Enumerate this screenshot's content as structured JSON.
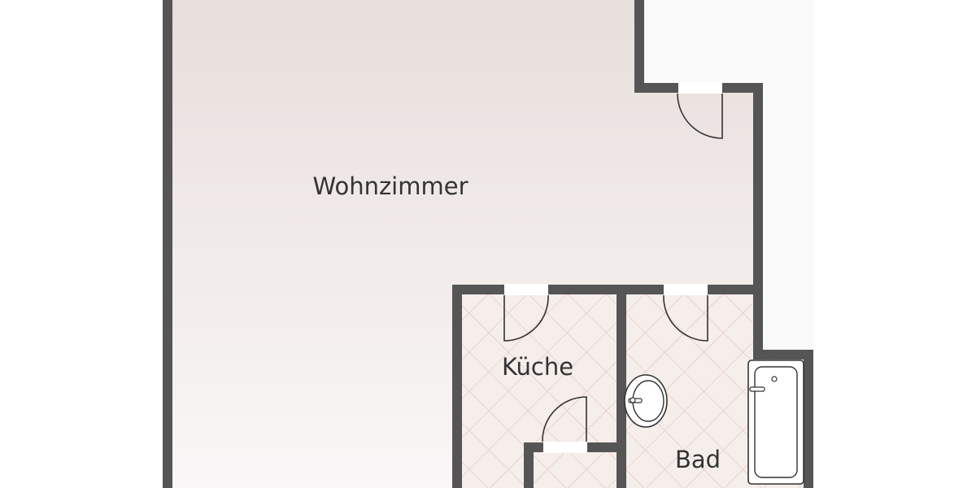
{
  "rooms": {
    "living": {
      "label": "Wohnzimmer"
    },
    "kitchen": {
      "label": "Küche"
    },
    "bath": {
      "label": "Bad"
    }
  },
  "colors": {
    "wall": "#555555",
    "living_floor_top": "#e8dedb",
    "living_floor_bottom": "#f9f7f7",
    "tile_floor": "#f5eeeb",
    "tile_lines": "#e2b9b3",
    "background": "#ffffff",
    "outside": "#fbfafa"
  },
  "icons": [
    "door-swing-icon",
    "washbasin-icon",
    "bathtub-icon"
  ]
}
